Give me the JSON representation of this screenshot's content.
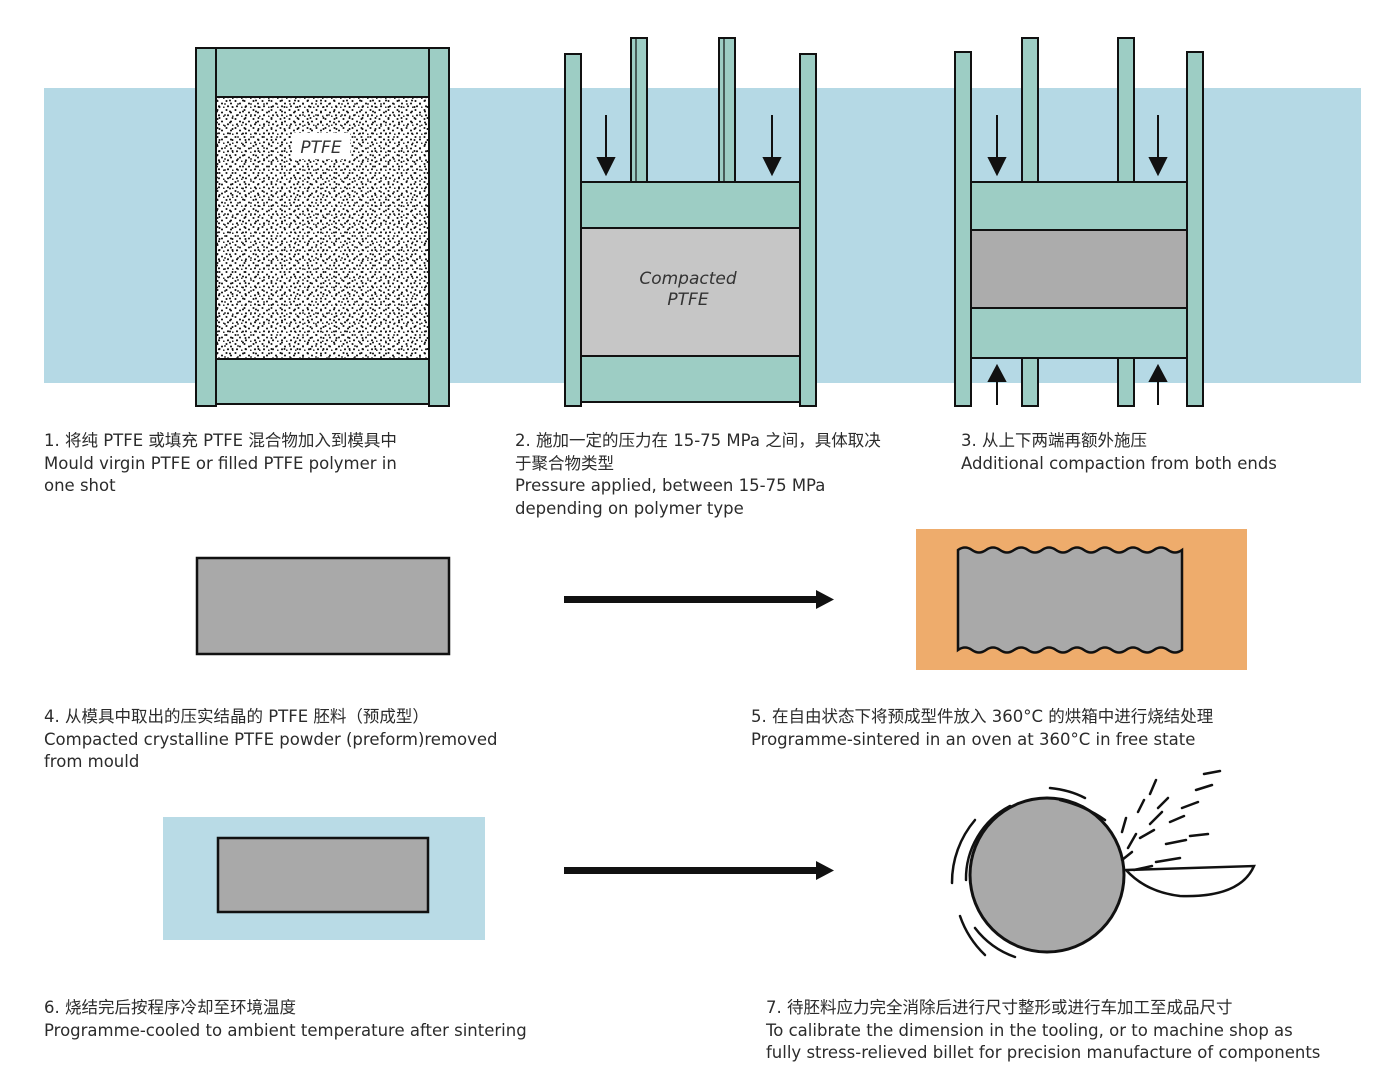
{
  "labels": {
    "ptfe": "PTFE",
    "compacted_line1": "Compacted",
    "compacted_line2": "PTFE"
  },
  "steps": [
    {
      "zh": "1. 将纯 PTFE 或填充 PTFE 混合物加入到模具中",
      "en": [
        "Mould virgin PTFE or filled PTFE polymer in",
        "one shot"
      ]
    },
    {
      "zh": [
        "2. 施加一定的压力在 15-75 MPa 之间，具体取决",
        "于聚合物类型"
      ],
      "en": [
        "Pressure applied, between 15-75 MPa",
        "depending on polymer type"
      ]
    },
    {
      "zh": "3. 从上下两端再额外施压",
      "en": [
        "Additional compaction from both ends"
      ]
    },
    {
      "zh": "4. 从模具中取出的压实结晶的 PTFE 胚料（预成型）",
      "en": [
        "Compacted crystalline PTFE powder (preform)removed",
        "from mould"
      ]
    },
    {
      "zh": "5. 在自由状态下将预成型件放入 360°C 的烘箱中进行烧结处理",
      "en": [
        "Programme-sintered in an oven at 360°C in free state"
      ]
    },
    {
      "zh": "6. 烧结完后按程序冷却至环境温度",
      "en": [
        "Programme-cooled to ambient temperature after sintering"
      ]
    },
    {
      "zh": "7. 待胚料应力完全消除后进行尺寸整形或进行车加工至成品尺寸",
      "en": [
        "To calibrate the dimension in the tooling, or to machine shop as",
        "fully stress-relieved billet for precision manufacture of components"
      ]
    }
  ],
  "colors": {
    "band": "#b5d9e5",
    "mould": "#9dcdc4",
    "outline": "#111111",
    "compacted": "#c6c6c6",
    "preform": "#a9a9a9",
    "oven": "#eeac6c",
    "cool_bg": "#b9dbe6"
  }
}
